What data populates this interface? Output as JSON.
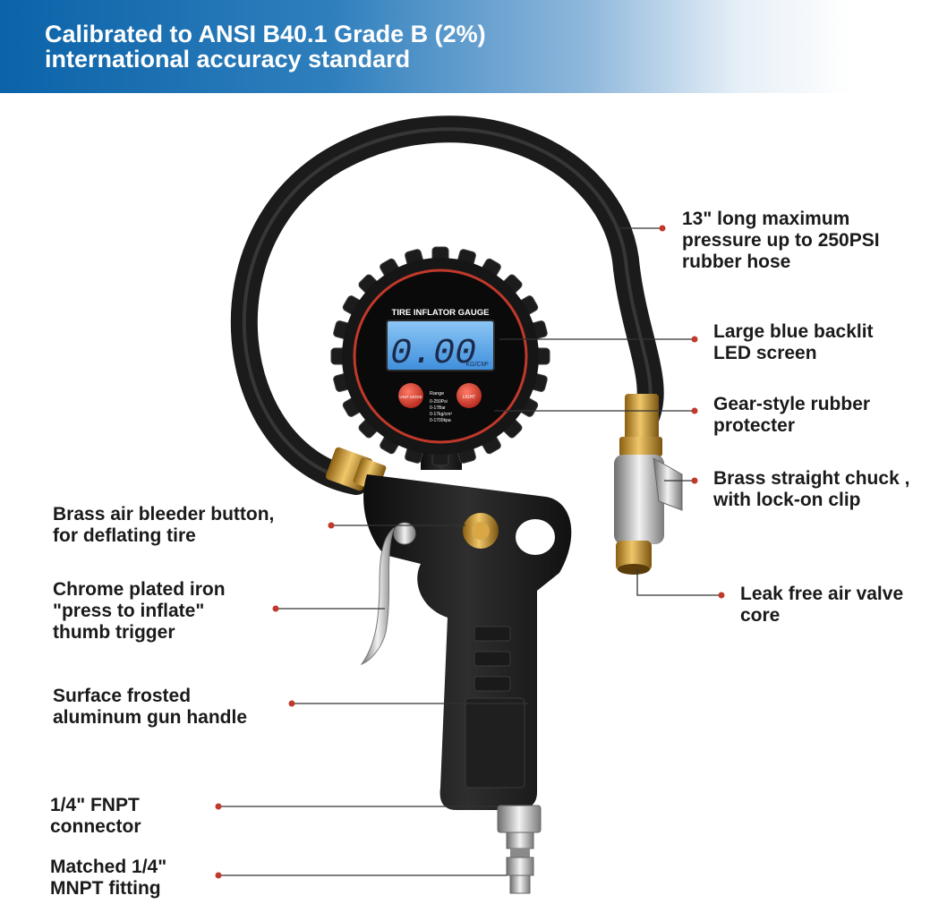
{
  "header": {
    "line1": "Calibrated to ANSI B40.1 Grade B (2%)",
    "line2": "international accuracy standard"
  },
  "gauge": {
    "title": "TIRE INFLATOR GAUGE",
    "reading": "0.00",
    "unit": "KG/CM²",
    "left_button": "UNIT MODE",
    "right_button": "LIGHT",
    "range_title": "Range",
    "range_lines": [
      "0-250Psi",
      "0-17Bar",
      "0-17kg/cm²",
      "0-1700kpa"
    ]
  },
  "callouts": {
    "hose": [
      "13\" long maximum",
      "pressure up to 250PSI",
      "rubber hose"
    ],
    "screen": [
      "Large blue backlit",
      "LED screen"
    ],
    "protector": [
      "Gear-style rubber",
      "protecter"
    ],
    "chuck": [
      "Brass straight chuck ,",
      "with lock-on clip"
    ],
    "valve": [
      "Leak free air valve",
      "core"
    ],
    "bleeder": [
      "Brass air bleeder button,",
      "for deflating tire"
    ],
    "trigger": [
      "Chrome plated iron",
      "\"press to inflate\"",
      "thumb trigger"
    ],
    "handle": [
      "Surface frosted",
      "aluminum gun handle"
    ],
    "fnpt": [
      "1/4\" FNPT",
      "connector"
    ],
    "mnpt": [
      "Matched 1/4\"",
      "MNPT fitting"
    ]
  },
  "colors": {
    "banner_start": "#0b63a8",
    "callout_dot": "#c0392b",
    "lcd_blue": "#5aa8e8",
    "brass": "#c9962e",
    "button_red": "#d93a2b"
  }
}
